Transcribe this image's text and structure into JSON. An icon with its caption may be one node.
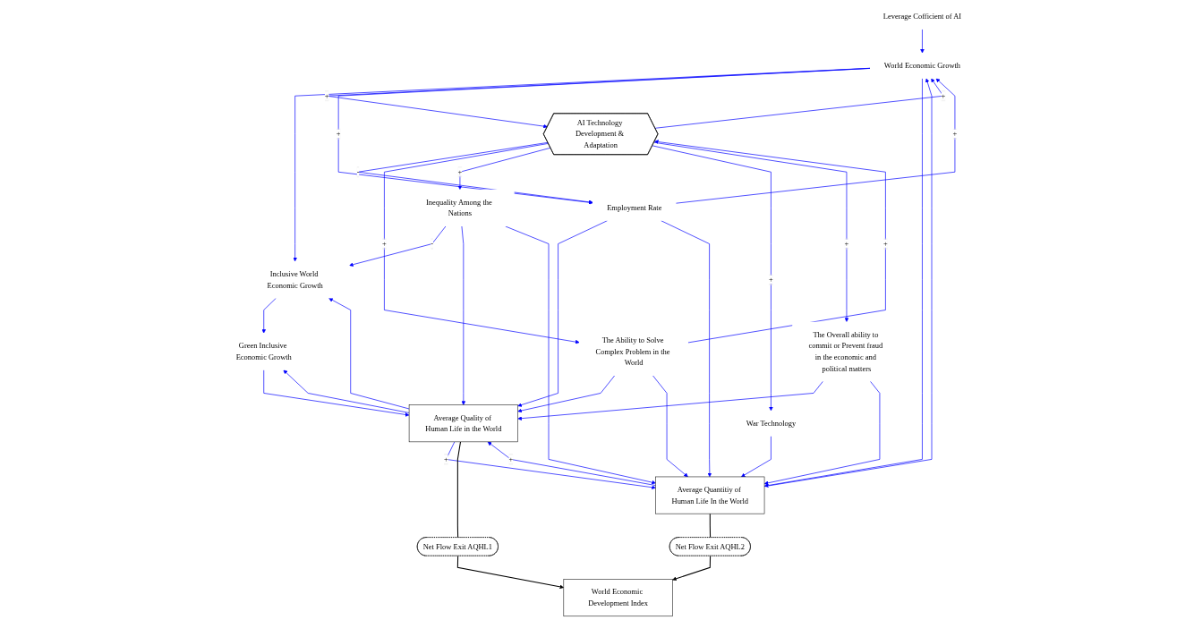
{
  "diagram": {
    "nodes": [
      {
        "text": [
          "Leverage Cofficient of AI"
        ]
      },
      {
        "text": [
          "Inclusive World Economic Growth"
        ]
      },
      {
        "text": [
          "Green Inclusive Economic Growth"
        ]
      },
      {
        "text": [
          "World Economic Growth"
        ]
      },
      {
        "text": [
          "Employment Rate"
        ]
      },
      {
        "text": [
          "Average Quality of Human Life in the World"
        ]
      },
      {
        "text": [
          "Net Flow Exit AQHL1"
        ]
      },
      {
        "text": [
          "The Ability to Solve Complex Problem in the World"
        ]
      },
      {
        "text": [
          "AI Technology Development & Adaptation"
        ]
      },
      {
        "text": [
          "World Economic Development Index"
        ]
      },
      {
        "text": [
          "Inequality Among the Nations"
        ]
      },
      {
        "text": [
          "War Technology"
        ]
      },
      {
        "text": [
          "Average Quantitiy of Human Life In the World"
        ]
      },
      {
        "text": [
          "Net Flow Exit AQHL2"
        ]
      },
      {
        "text": [
          "The Overall ability to commit or Prevent fraud in the economic and political matters"
        ]
      }
    ],
    "edges": [
      {
        "from": 0,
        "to": 3,
        "arrow": "to"
      },
      {
        "from": 3,
        "to": 1,
        "arrow": "to"
      },
      {
        "from": 1,
        "to": 2,
        "arrow": "to"
      },
      {
        "from": 3,
        "to": 8,
        "arrow": "to",
        "label": "+"
      },
      {
        "from": 8,
        "to": 3,
        "arrow": "to",
        "label": "+"
      },
      {
        "from": 3,
        "to": 4,
        "arrow": "to",
        "label": "+"
      },
      {
        "from": 4,
        "to": 3,
        "arrow": "to",
        "label": "+"
      },
      {
        "from": 8,
        "to": 4,
        "arrow": "to",
        "label": "-"
      },
      {
        "from": 7,
        "to": 8,
        "arrow": "to",
        "label": "+"
      },
      {
        "from": 8,
        "to": 7,
        "arrow": "to",
        "label": "+"
      },
      {
        "from": 8,
        "to": 10,
        "arrow": "to",
        "label": "+"
      },
      {
        "from": 8,
        "to": 11,
        "arrow": "to",
        "label": "+"
      },
      {
        "from": 8,
        "to": 14,
        "arrow": "to",
        "label": "+"
      },
      {
        "from": 4,
        "to": 5,
        "arrow": "to"
      },
      {
        "from": 4,
        "to": 12,
        "arrow": "to"
      },
      {
        "from": 3,
        "to": 12,
        "arrow": "to"
      },
      {
        "from": 12,
        "to": 3,
        "arrow": "to"
      },
      {
        "from": 10,
        "to": 1,
        "arrow": "to",
        "label": "-"
      },
      {
        "from": 7,
        "to": 5,
        "arrow": "to"
      },
      {
        "from": 7,
        "to": 12,
        "arrow": "to"
      },
      {
        "from": 10,
        "to": 5,
        "arrow": "to"
      },
      {
        "from": 10,
        "to": 12,
        "arrow": "to"
      },
      {
        "from": 11,
        "to": 12,
        "arrow": "to"
      },
      {
        "from": 14,
        "to": 5,
        "arrow": "to"
      },
      {
        "from": 14,
        "to": 12,
        "arrow": "to"
      },
      {
        "from": 5,
        "to": 1,
        "arrow": "to"
      },
      {
        "from": 2,
        "to": 5,
        "arrow": "to"
      },
      {
        "from": 5,
        "to": 2,
        "arrow": "to"
      },
      {
        "from": 12,
        "to": 5,
        "arrow": "to",
        "label": "+"
      },
      {
        "from": 5,
        "to": 12,
        "arrow": "to",
        "label": "+"
      },
      {
        "from": 5,
        "to": 6,
        "arrow": "none",
        "color": "#000000"
      },
      {
        "from": 6,
        "to": 9,
        "arrow": "to",
        "color": "#000000"
      },
      {
        "from": 12,
        "to": 13,
        "arrow": "none",
        "color": "#000000"
      },
      {
        "from": 13,
        "to": 9,
        "arrow": "to",
        "color": "#000000"
      }
    ]
  }
}
